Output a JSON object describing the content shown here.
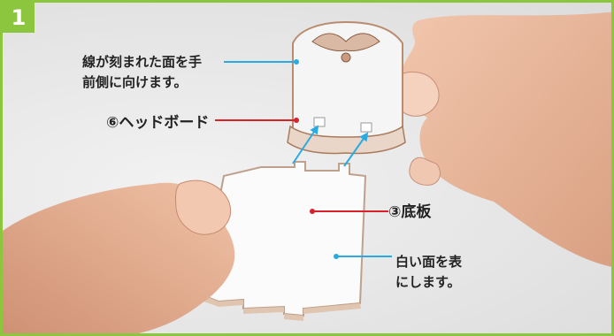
{
  "step": {
    "number": "1"
  },
  "labels": {
    "engraved_face_line1": "線が刻まれた面を手",
    "engraved_face_line2": "前側に向けます。",
    "headboard": "⑥ヘッドボード",
    "bottom_board": "③底板",
    "white_face_line1": "白い面を表",
    "white_face_line2": "にします。"
  },
  "colors": {
    "frame_border": "#8cc63f",
    "step_badge": "#8cc63f",
    "headboard_leader": "#d72229",
    "bottom_board_leader": "#d72229",
    "engraved_leader": "#29abe2",
    "white_face_leader": "#29abe2",
    "arrow_color": "#29abe2"
  }
}
